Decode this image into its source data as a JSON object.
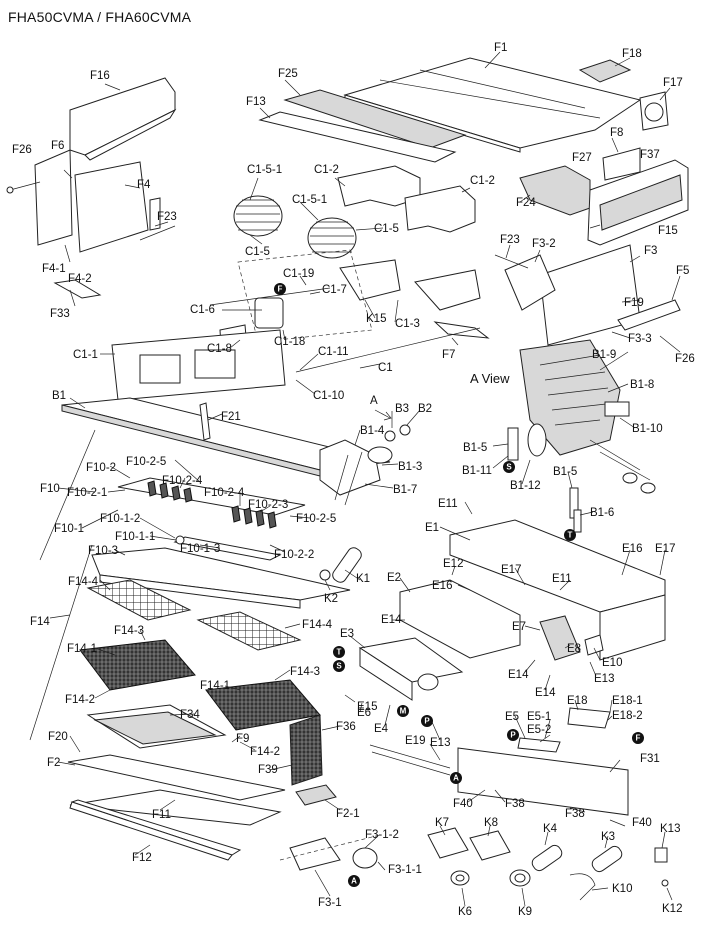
{
  "title": "FHA50CVMA / FHA60CVMA",
  "view_label": "A View",
  "labels": {
    "F1": "F1",
    "F18": "F18",
    "F17": "F17",
    "F16": "F16",
    "F25": "F25",
    "F13": "F13",
    "F8": "F8",
    "F27": "F27",
    "F37": "F37",
    "F26a": "F26",
    "F6": "F6",
    "F4": "F4",
    "C1_5_1a": "C1-5-1",
    "C1_2a": "C1-2",
    "C1_5_1b": "C1-5-1",
    "C1_2b": "C1-2",
    "F24": "F24",
    "F15": "F15",
    "F23a": "F23",
    "C1_5a": "C1-5",
    "C1_5b": "C1-5",
    "F23b": "F23",
    "F3_2": "F3-2",
    "F3": "F3",
    "F4_1": "F4-1",
    "F4_2": "F4-2",
    "C1_19": "C1-19",
    "C1_7": "C1-7",
    "F5": "F5",
    "F33": "F33",
    "C1_6": "C1-6",
    "F19": "F19",
    "K15": "K15",
    "C1_3": "C1-3",
    "F3_3": "F3-3",
    "F26b": "F26",
    "C1_8": "C1-8",
    "C1_18": "C1-18",
    "F7": "F7",
    "B1_9": "B1-9",
    "C1_1": "C1-1",
    "C1_11": "C1-11",
    "C1": "C1",
    "B1_8": "B1-8",
    "C1_10": "C1-10",
    "B1": "B1",
    "B3": "B3",
    "B2": "B2",
    "F21": "F21",
    "B1_10": "B1-10",
    "B1_4": "B1-4",
    "B1_5a": "B1-5",
    "F10_2": "F10-2",
    "F10_2_5a": "F10-2-5",
    "B1_3": "B1-3",
    "B1_11": "B1-11",
    "B1_12": "B1-12",
    "F10": "F10",
    "F10_2_1": "F10-2-1",
    "F10_2_4a": "F10-2-4",
    "B1_7": "B1-7",
    "B1_5b": "B1-5",
    "F10_2_4b": "F10-2-4",
    "F10_2_3": "F10-2-3",
    "E11a": "E11",
    "B1_6": "B1-6",
    "F10_1": "F10-1",
    "F10_1_2": "F10-1-2",
    "F10_2_5b": "F10-2-5",
    "E1": "E1",
    "F10_1_1": "F10-1-1",
    "F10_2_2": "F10-2-2",
    "F10_1_3": "F10-1-3",
    "F10_3": "F10-3",
    "E16a": "E16",
    "E17a": "E17",
    "E12": "E12",
    "E16b": "E16",
    "E17b": "E17",
    "E11b": "E11",
    "K1": "K1",
    "F14_4a": "F14-4",
    "K2": "K2",
    "E2": "E2",
    "F14": "F14",
    "F14_4b": "F14-4",
    "E14a": "E14",
    "E7": "E7",
    "F14_3a": "F14-3",
    "E3": "E3",
    "F14_1a": "F14-1",
    "E8": "E8",
    "E10": "E10",
    "E14b": "E14",
    "F14_3b": "F14-3",
    "E13a": "E13",
    "E14c": "E14",
    "E18": "E18",
    "E18_1": "E18-1",
    "F14_1b": "F14-1",
    "E15": "E15",
    "F14_2a": "F14-2",
    "F34": "F34",
    "E6": "E6",
    "E5": "E5",
    "E18_2": "E18-2",
    "E5_1": "E5-1",
    "E4": "E4",
    "E13b": "E13",
    "E5_2": "E5-2",
    "F9": "F9",
    "F36": "F36",
    "F20": "F20",
    "F14_2b": "F14-2",
    "F2": "F2",
    "F39": "F39",
    "E19": "E19",
    "F31": "F31",
    "F40a": "F40",
    "F38a": "F38",
    "F11": "F11",
    "F2_1": "F2-1",
    "F38b": "F38",
    "K7": "K7",
    "K8": "K8",
    "K4": "K4",
    "K3": "K3",
    "F40b": "F40",
    "F3_1_2": "F3-1-2",
    "K13": "K13",
    "F12": "F12",
    "F3_1_1": "F3-1-1",
    "K6": "K6",
    "K9": "K9",
    "K10": "K10",
    "F3_1": "F3-1",
    "K12": "K12"
  },
  "markers": {
    "F": "F",
    "T": "T",
    "S": "S",
    "M": "M",
    "P": "P",
    "A": "A"
  }
}
